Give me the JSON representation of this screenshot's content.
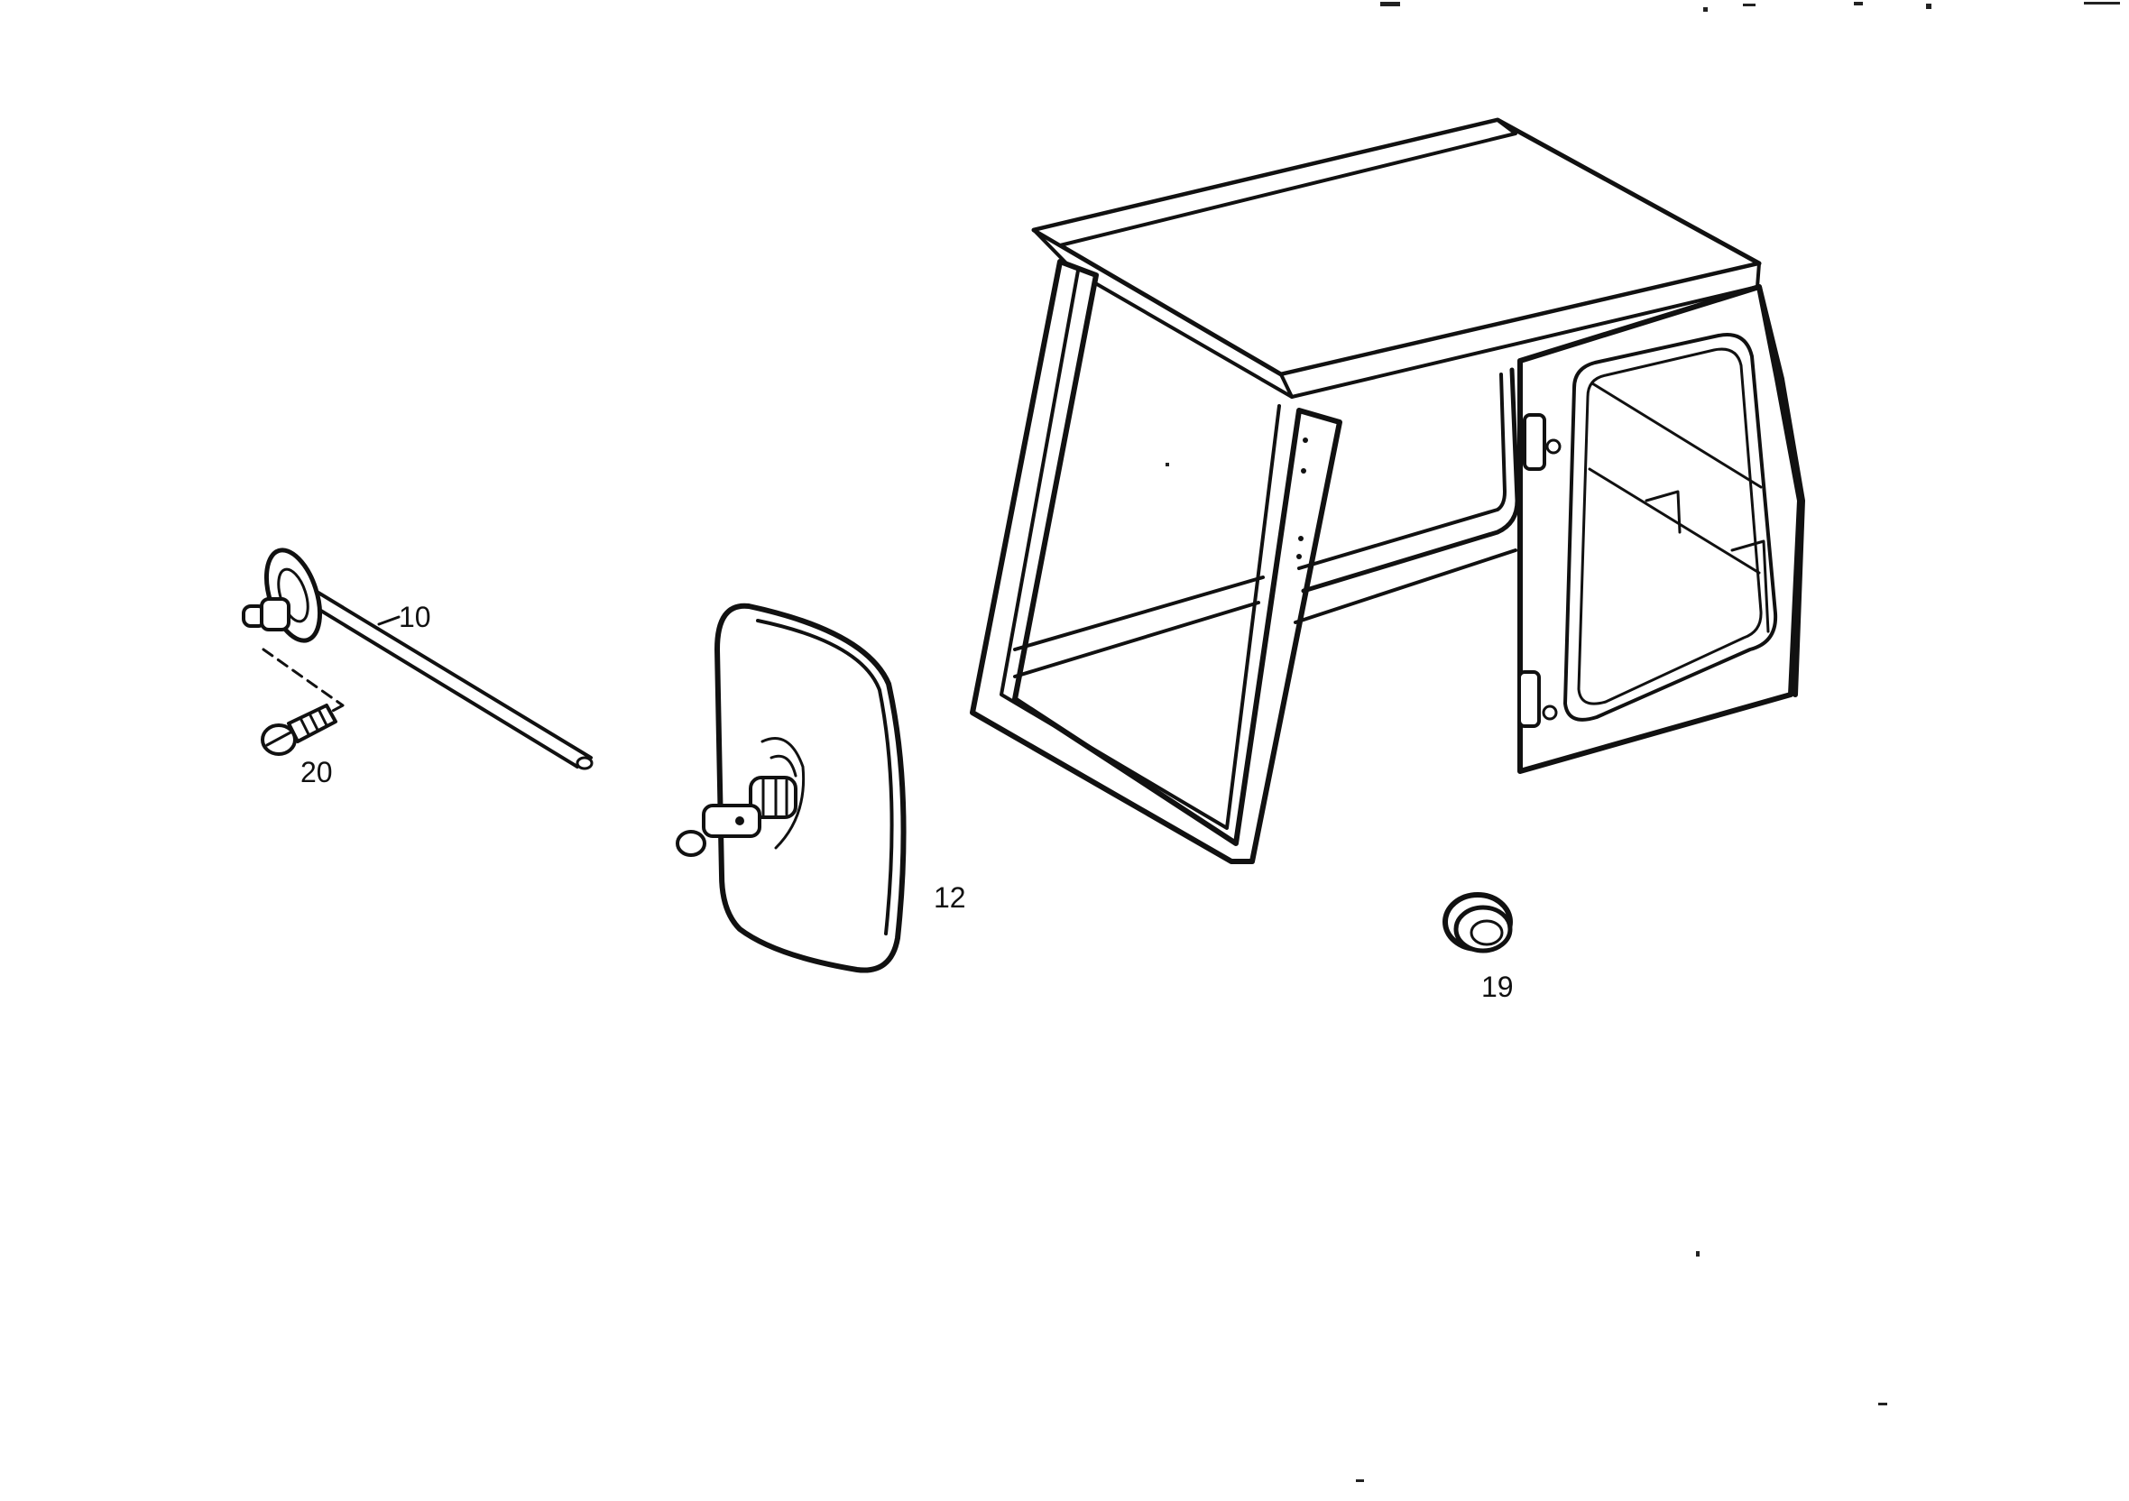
{
  "diagram": {
    "parts": [
      {
        "id": "rod",
        "callout": "10"
      },
      {
        "id": "mirror",
        "callout": "12"
      },
      {
        "id": "grommet",
        "callout": "19"
      },
      {
        "id": "screw",
        "callout": "20"
      }
    ]
  },
  "colors": {
    "ink": "#111111",
    "paper": "#ffffff"
  }
}
